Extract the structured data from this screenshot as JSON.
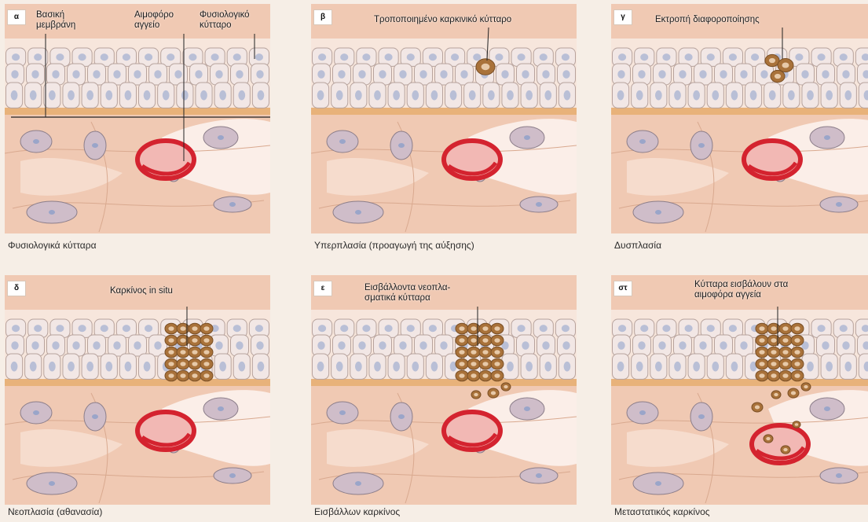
{
  "panels": [
    {
      "id": "a",
      "badge": "α",
      "caption": "Φυσιολογικά κύτταρα",
      "labels": {
        "basal_membrane": "Βασική\nμεμβράνη",
        "blood_vessel": "Αιμοφόρο\nαγγείο",
        "normal_cell": "Φυσιολογικό\nκύτταρο"
      }
    },
    {
      "id": "b",
      "badge": "β",
      "caption": "Υπερπλασία (προαγωγή της αύξησης)",
      "labels": {
        "main": "Τροποποιημένο καρκινικό κύτταρο"
      }
    },
    {
      "id": "c",
      "badge": "γ",
      "caption": "Δυσπλασία",
      "labels": {
        "main": "Εκτροπή διαφοροποίησης"
      }
    },
    {
      "id": "d",
      "badge": "δ",
      "caption": "Νεοπλασία (αθανασία)",
      "labels": {
        "main": "Καρκίνος in situ"
      }
    },
    {
      "id": "e",
      "badge": "ε",
      "caption": "Εισβάλλων καρκίνος",
      "labels": {
        "main": "Εισβάλλοντα νεοπλα-\nσματικά κύτταρα"
      }
    },
    {
      "id": "f",
      "badge": "στ",
      "caption": "Μεταστατικός καρκίνος",
      "labels": {
        "main": "Κύτταρα εισβάλουν στα\nαιμοφόρα αγγεία"
      }
    }
  ],
  "colors": {
    "tissue": "#f0c9b3",
    "epithelium": "#f7e6dc",
    "cell_fill": "#f2e7e5",
    "nucleus": "#b9bfd6",
    "vessel": "#d4232f",
    "cancer": "#a9723a",
    "basal_band": "#e8b27a"
  }
}
